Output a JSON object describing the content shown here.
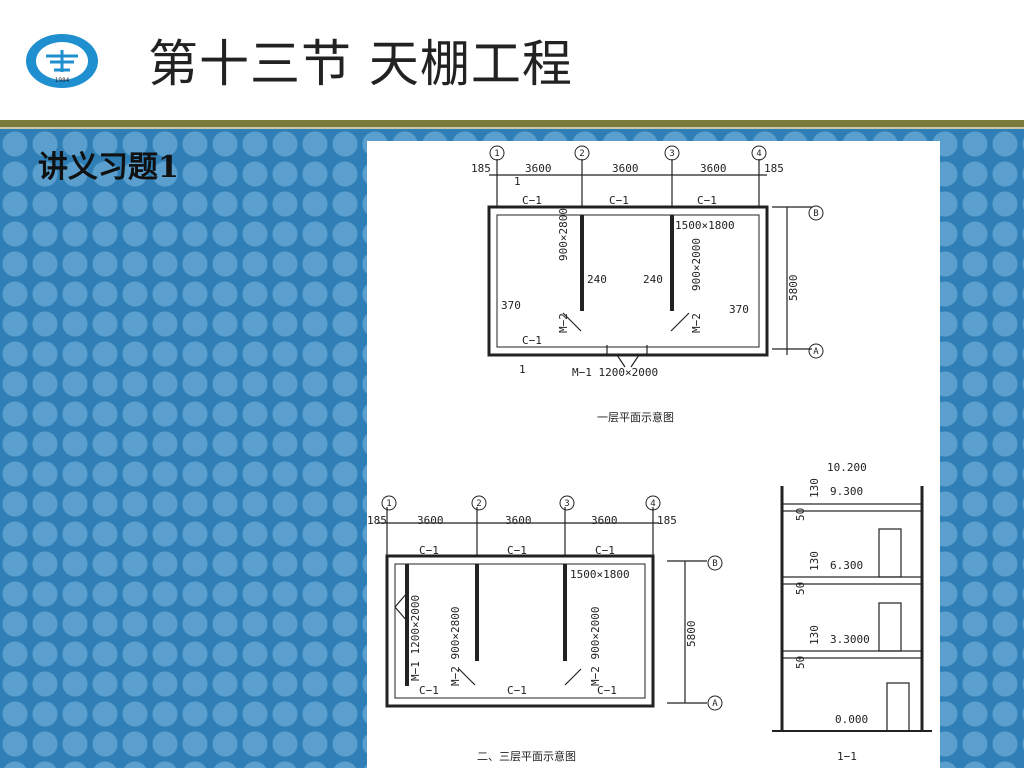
{
  "header": {
    "title": "第十三节  天棚工程"
  },
  "content": {
    "subtitle": "讲义习题1"
  },
  "logo": {
    "year": "1984"
  },
  "drawing": {
    "axes": [
      "1",
      "2",
      "3",
      "4",
      "B",
      "A"
    ],
    "plan1": {
      "dims_top": [
        "185",
        "3600",
        "3600",
        "3600",
        "185"
      ],
      "windows": [
        "C−1",
        "C−1",
        "C−1",
        "C−1"
      ],
      "window_size": "1500×1800",
      "door_inner": "900×2800",
      "door_right": "900×2000",
      "door_label": "M−2",
      "wall_240a": "240",
      "wall_240b": "240",
      "wall_370a": "370",
      "wall_370b": "370",
      "depth": "5800",
      "section_mark": "1",
      "entrance": "M−1  1200×2000",
      "caption": "一层平面示意图"
    },
    "plan2": {
      "dims_top": [
        "185",
        "3600",
        "3600",
        "3600",
        "185"
      ],
      "windows": [
        "C−1",
        "C−1",
        "C−1",
        "C−1",
        "C−1",
        "C−1"
      ],
      "window_size": "1500×1800",
      "door_m1": "M−1  1200×2000",
      "door_m2a": "M−2  900×2800",
      "door_m2b": "M−2  900×2000",
      "depth": "5800",
      "caption": "二、三层平面示意图"
    },
    "section": {
      "levels": [
        "10.200",
        "9.300",
        "6.300",
        "3.3000",
        "0.000"
      ],
      "dims": [
        "130",
        "50",
        "130",
        "50",
        "130",
        "50"
      ],
      "caption": "1−1"
    }
  },
  "colors": {
    "blue": "#2f7fb6",
    "dot": "#5a9fcd",
    "bar": "#7a7a3a"
  }
}
